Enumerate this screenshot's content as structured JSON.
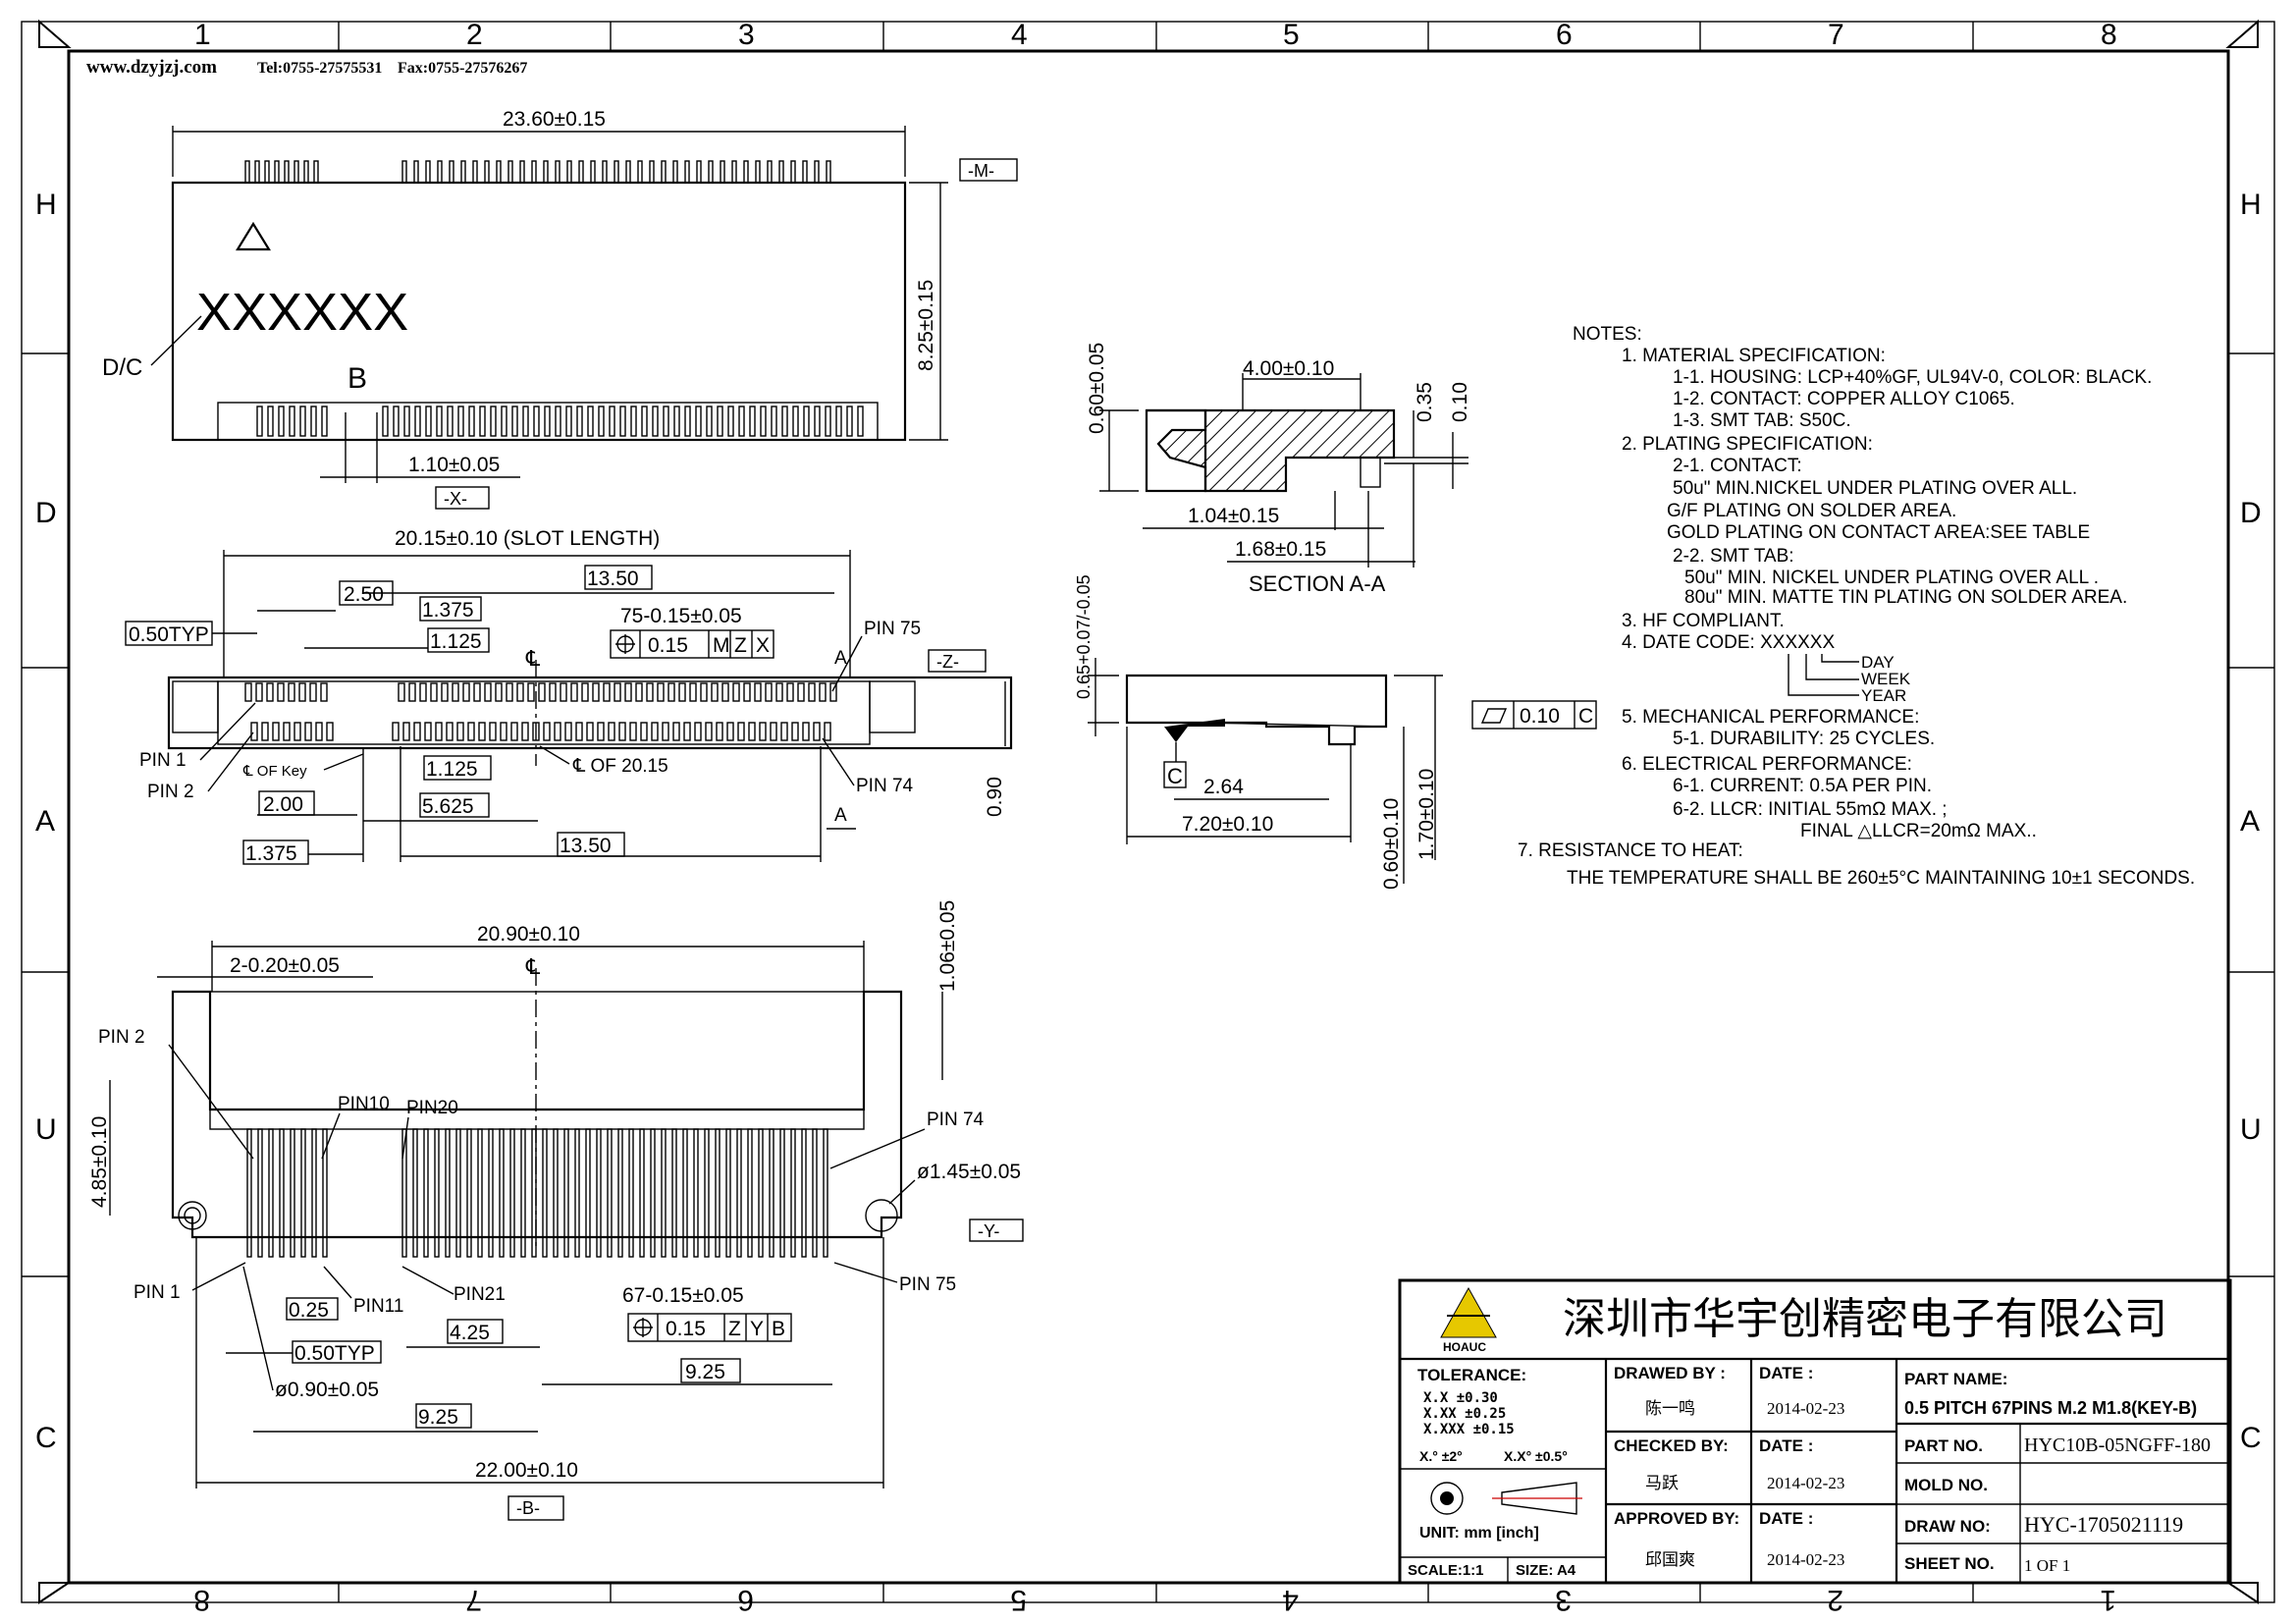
{
  "header": {
    "website": "www.dzyjzj.com",
    "phone": "Tel:0755-27575531",
    "fax": "Fax:0755-27576267"
  },
  "grid": {
    "columns_top": [
      "1",
      "2",
      "3",
      "4",
      "5",
      "6",
      "7",
      "8"
    ],
    "columns_bottom": [
      "8",
      "7",
      "6",
      "5",
      "4",
      "3",
      "2",
      "1"
    ],
    "rows_left": [
      "H",
      "D",
      "A",
      "U",
      "C"
    ],
    "rows_right": [
      "H",
      "D",
      "A",
      "U",
      "C"
    ]
  },
  "top_view": {
    "width_dim": "23.60±0.15",
    "height_dim": "8.25±0.15",
    "datum_m": "-M-",
    "datum_x": "-X-",
    "mark": "XXXXXX",
    "dc_label": "D/C",
    "section_mark": "B",
    "key_dim": "1.10±0.05"
  },
  "section_view": {
    "dims": [
      "0.60±0.05",
      "4.00±0.10",
      "0.35",
      "0.10",
      "1.04±0.15",
      "1.68±0.15"
    ],
    "title": "SECTION A-A"
  },
  "side_view": {
    "dims": [
      "0.65+0.07/-0.05",
      "2.64",
      "7.20±0.10",
      "0.60±0.10",
      "1.70±0.10"
    ],
    "flatness": "0.10",
    "flatness_datum": "C",
    "datum_c": "C"
  },
  "front_view": {
    "slot_length": "20.15±0.10 (SLOT LENGTH)",
    "dims": [
      "2.50",
      "13.50",
      "1.375",
      "1.125",
      "0.50TYP",
      "75-0.15±0.05",
      "0.15",
      "M",
      "Z",
      "X",
      "1.125",
      "2.00",
      "5.625",
      "1.375",
      "13.50",
      "0.90"
    ],
    "labels": [
      "PIN 75",
      "PIN 1",
      "PIN 2",
      "PIN 74",
      "℄ OF Key",
      "℄ OF 20.15",
      "A",
      "A",
      "-Z-"
    ]
  },
  "pcb_view": {
    "dims": [
      "20.90±0.10",
      "2-0.20±0.05",
      "1.06±0.05",
      "4.85±0.10",
      "ø1.45±0.05",
      "0.25",
      "0.50TYP",
      "ø0.90±0.05",
      "4.25",
      "9.25",
      "67-0.15±0.05",
      "0.15",
      "Z",
      "Y",
      "B",
      "9.25",
      "22.00±0.10"
    ],
    "labels": [
      "PIN 2",
      "PIN10",
      "PIN20",
      "PIN 74",
      "PIN 1",
      "PIN11",
      "PIN21",
      "PIN 75",
      "-Y-",
      "-B-"
    ]
  },
  "notes": {
    "heading": "NOTES:",
    "lines": [
      "1. MATERIAL SPECIFICATION:",
      "1-1. HOUSING: LCP+40%GF, UL94V-0, COLOR: BLACK.",
      "1-2. CONTACT: COPPER ALLOY C1065.",
      "1-3. SMT TAB: S50C.",
      "2. PLATING SPECIFICATION:",
      "2-1. CONTACT:",
      "50u\" MIN.NICKEL UNDER PLATING OVER ALL.",
      "G/F PLATING ON SOLDER AREA.",
      "GOLD  PLATING ON CONTACT AREA:SEE TABLE",
      "2-2. SMT TAB:",
      "50u\" MIN. NICKEL UNDER PLATING OVER ALL .",
      "80u\" MIN. MATTE TIN PLATING ON SOLDER AREA.",
      "3. HF COMPLIANT.",
      "4. DATE CODE: XXXXXX",
      "5. MECHANICAL PERFORMANCE:",
      "5-1. DURABILITY: 25 CYCLES.",
      "6. ELECTRICAL PERFORMANCE:",
      "6-1. CURRENT: 0.5A PER PIN.",
      "6-2. LLCR: INITIAL 55mΩ MAX. ;",
      "FINAL  △LLCR=20mΩ  MAX..",
      "7. RESISTANCE TO HEAT:",
      "THE TEMPERATURE SHALL BE 260±5°C MAINTAINING 10±1 SECONDS."
    ],
    "date_code_parts": [
      "DAY",
      "WEEK",
      "YEAR"
    ]
  },
  "title_block": {
    "company": "深圳市华宇创精密电子有限公司",
    "logo_text": "HOAUC",
    "tolerance_label": "TOLERANCE:",
    "tolerances": [
      "X.X    ±0.30",
      "X.XX   ±0.25",
      "X.XXX  ±0.15"
    ],
    "angle_tol": [
      "X.° ±2°",
      "X.X° ±0.5°"
    ],
    "unit": "UNIT:  mm  [inch]",
    "scale": "SCALE:1:1",
    "size": "SIZE: A4",
    "drawn_by_label": "DRAWED BY :",
    "drawn_by": "陈一鸣",
    "checked_by_label": "CHECKED BY:",
    "checked_by": "马跃",
    "approved_by_label": "APPROVED BY:",
    "approved_by": "邱国爽",
    "date_label": "DATE :",
    "date1": "2014-02-23",
    "date2": "2014-02-23",
    "date3": "2014-02-23",
    "part_name_label": "PART NAME:",
    "part_name": "0.5 PITCH 67PINS M.2 M1.8(KEY-B)",
    "part_no_label": "PART NO.",
    "part_no": "HYC10B-05NGFF-180",
    "mold_no_label": "MOLD NO.",
    "mold_no": "",
    "draw_no_label": "DRAW NO:",
    "draw_no": "HYC-1705021119",
    "sheet_no_label": "SHEET NO.",
    "sheet_no": "1 OF 1"
  }
}
